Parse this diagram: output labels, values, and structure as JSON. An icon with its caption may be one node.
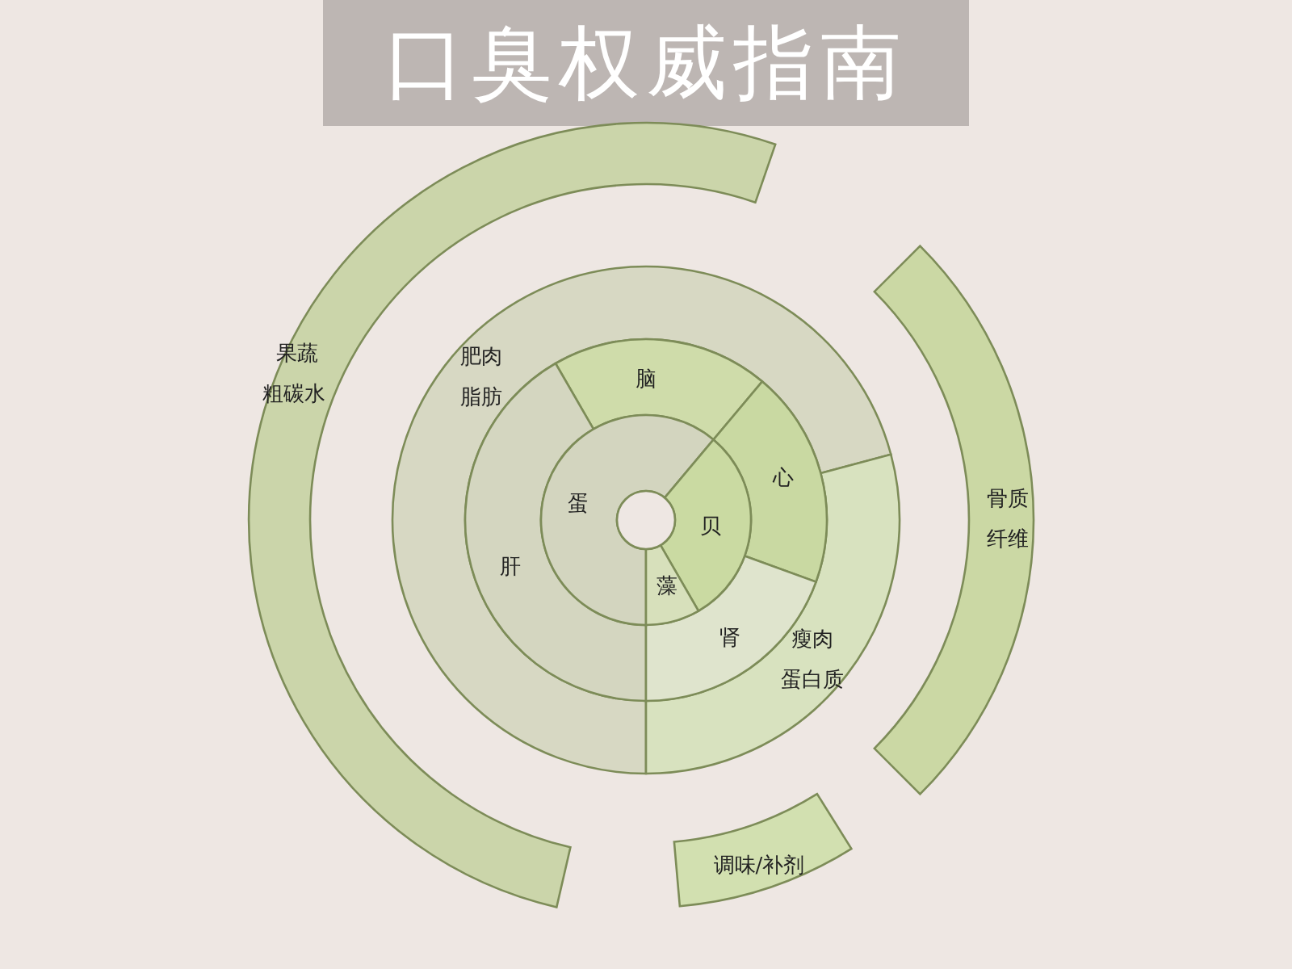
{
  "diagram": {
    "title": "口臭权威指南",
    "nodes": [
      {
        "text": [
          "果蔬",
          "粗碳水"
        ]
      },
      {
        "text": [
          "肥肉",
          "脂肪"
        ]
      },
      {
        "text": [
          "脑"
        ]
      },
      {
        "text": [
          "骨质",
          "纤维"
        ]
      },
      {
        "text": [
          "心"
        ]
      },
      {
        "text": [
          "蛋"
        ]
      },
      {
        "text": [
          "贝"
        ]
      },
      {
        "text": [
          "肝"
        ]
      },
      {
        "text": [
          "藻"
        ]
      },
      {
        "text": [
          "肾"
        ]
      },
      {
        "text": [
          "瘦肉",
          "蛋白质"
        ]
      },
      {
        "text": [
          "调味/补剂"
        ]
      }
    ],
    "edges": []
  }
}
